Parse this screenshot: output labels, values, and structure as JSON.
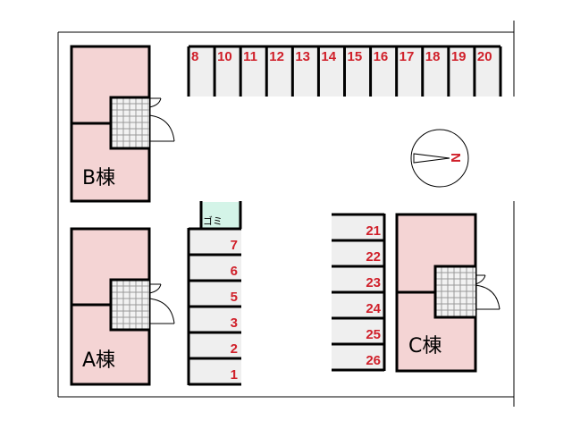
{
  "buildings": {
    "b": {
      "label": "B棟"
    },
    "a": {
      "label": "A棟"
    },
    "c": {
      "label": "C棟"
    }
  },
  "garbage": {
    "label": "ゴミ"
  },
  "compass": {
    "label": "N"
  },
  "parking": {
    "top_row": [
      "8",
      "10",
      "11",
      "12",
      "13",
      "14",
      "15",
      "16",
      "17",
      "18",
      "19",
      "20"
    ],
    "left_column": [
      "7",
      "6",
      "5",
      "3",
      "2",
      "1"
    ],
    "right_column": [
      "21",
      "22",
      "23",
      "24",
      "25",
      "26"
    ]
  },
  "colors": {
    "building": "#f4d4d4",
    "stall": "#efefef",
    "garbage": "#d4f4e8",
    "number": "#d0202a"
  }
}
